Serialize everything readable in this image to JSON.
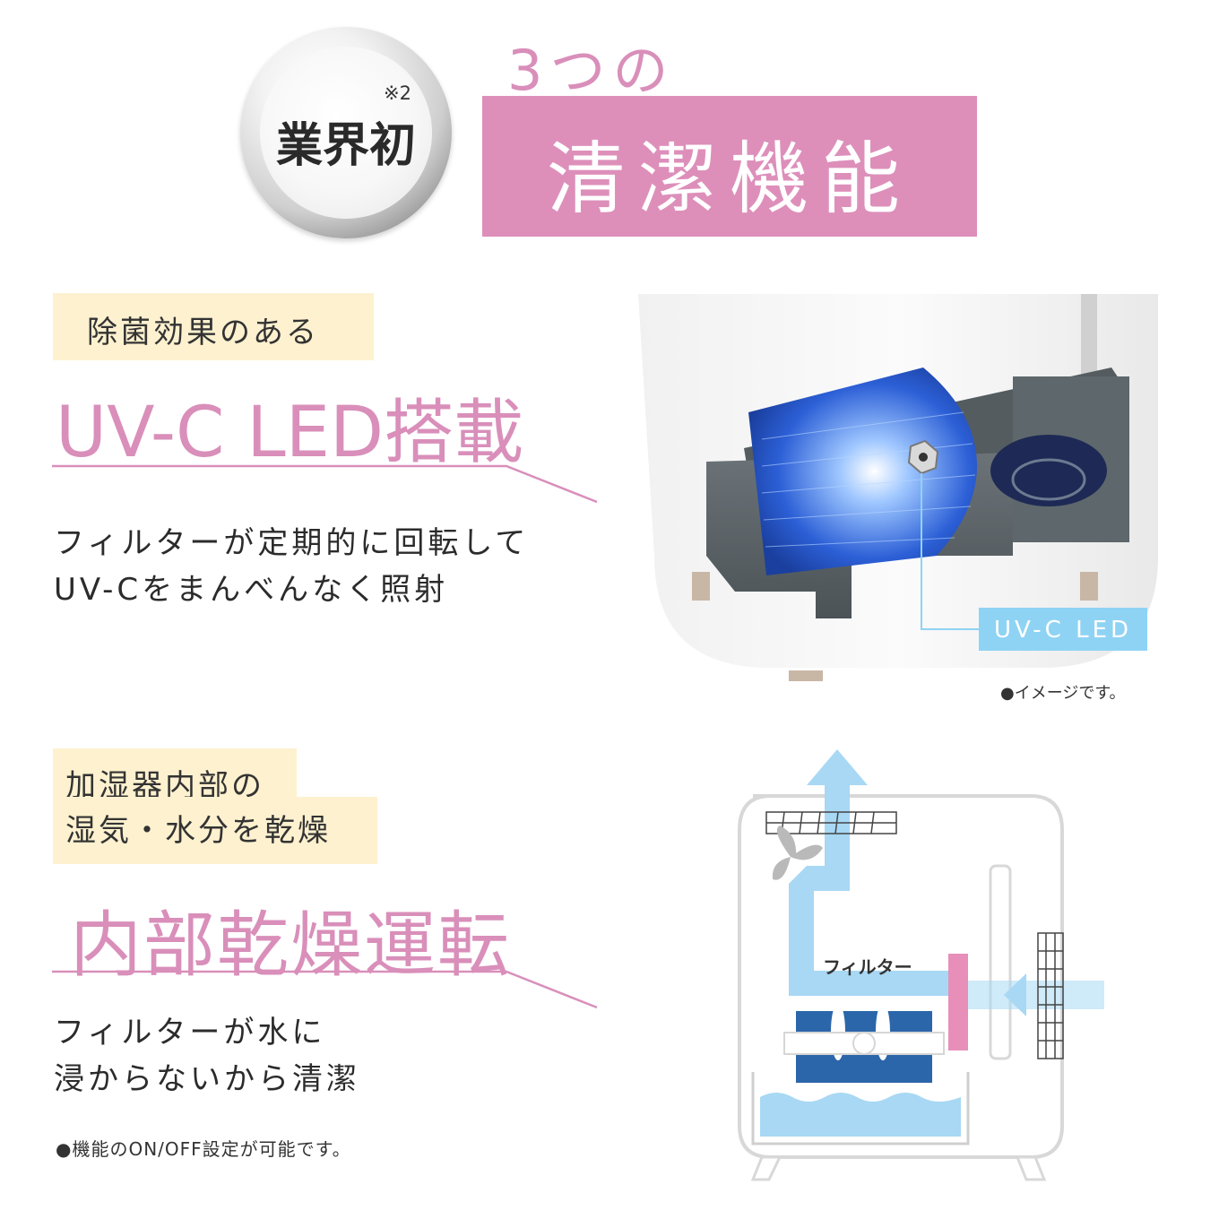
{
  "header": {
    "badge_text": "業界初",
    "badge_note": "※2",
    "subtitle": "3つの",
    "title": "清潔機能"
  },
  "section1": {
    "tag": "除菌効果のある",
    "heading": "UV-C LED搭載",
    "desc_line1": "フィルターが定期的に回転して",
    "desc_line2": "UV-Cをまんべんなく照射",
    "callout_label": "UV-C LED",
    "image_note": "●イメージです。"
  },
  "section2": {
    "tag_line1": "加湿器内部の",
    "tag_line2": "湿気・水分を乾燥",
    "heading": "内部乾燥運転",
    "desc_line1": "フィルターが水に",
    "desc_line2": "浸からないから清潔",
    "diagram_label": "フィルター",
    "note": "●機能のON/OFF設定が可能です。"
  },
  "colors": {
    "accent_pink": "#dd8fba",
    "tag_cream": "#fdf1cf",
    "callout_blue": "#8fd3f4",
    "airflow_blue": "#a8d8f4",
    "filter_blue": "#2c66aa"
  }
}
